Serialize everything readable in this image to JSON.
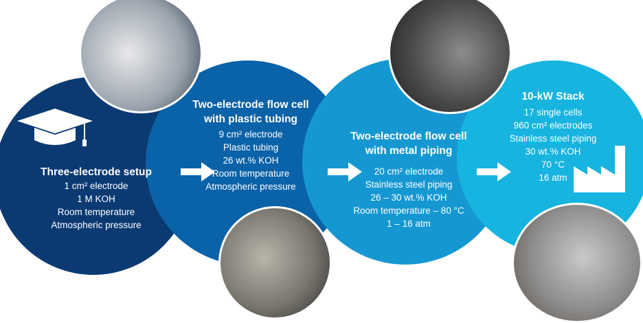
{
  "stages": [
    {
      "title": "Three-electrode setup",
      "lines": [
        "1 cm² electrode",
        "1 M KOH",
        "Room temperature",
        "Atmospheric pressure"
      ],
      "color": "#0b3a73"
    },
    {
      "title_1": "Two-electrode flow cell",
      "title_2": "with plastic tubing",
      "lines": [
        "9 cm² electrode",
        "Plastic tubing",
        "26 wt.% KOH",
        "Room temperature",
        "Atmospheric pressure"
      ],
      "color": "#0a62a8"
    },
    {
      "title_1": "Two-electrode flow cell",
      "title_2": "with metal piping",
      "lines": [
        "20 cm² electrode",
        "Stainless steel piping",
        "26 – 30 wt.% KOH",
        "Room temperature – 80 °C",
        "1 – 16 atm"
      ],
      "color": "#1598d2"
    },
    {
      "title": "10-kW Stack",
      "lines": [
        "17 single cells",
        "960 cm² electrodes",
        "Stainless steel piping",
        "30 wt.% KOH",
        "70 °C",
        "16 atm"
      ],
      "color": "#16b4df"
    }
  ]
}
